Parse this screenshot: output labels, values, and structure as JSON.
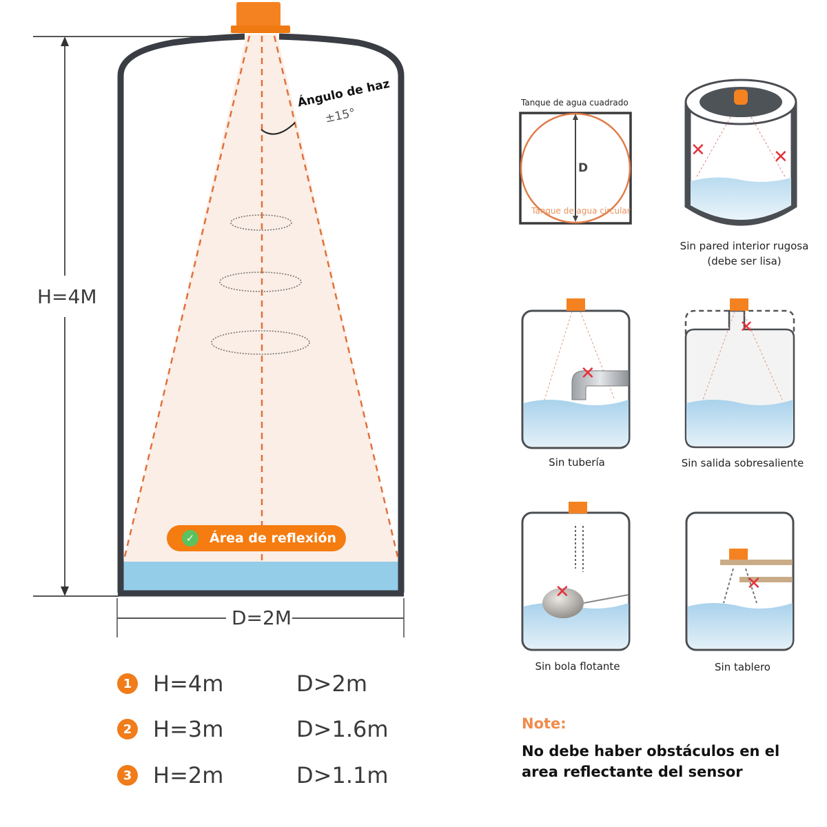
{
  "main_diagram": {
    "beam_angle_label": "Ángulo de haz",
    "beam_angle_value": "±15°",
    "height_label": "H=4M",
    "diameter_label": "D=2M",
    "reflection_badge": "Área de reflexión",
    "colors": {
      "sensor": "#f57c11",
      "tank_wall": "#3a3d44",
      "beam_fill": "#fbeee6",
      "beam_lines": "#e0713b",
      "water": "#93cde8",
      "badge": "#f57c11",
      "check": "#5bc25e"
    }
  },
  "specs": [
    {
      "index": "1",
      "height": "H=4m",
      "diameter": "D>2m"
    },
    {
      "index": "2",
      "height": "H=3m",
      "diameter": "D>1.6m"
    },
    {
      "index": "3",
      "height": "H=2m",
      "diameter": "D>1.1m"
    }
  ],
  "tank_shapes": {
    "square_label": "Tanque de agua cuadrado",
    "circle_label": "Tanque de agua circular",
    "diameter_symbol": "D"
  },
  "conditions": [
    {
      "caption": "Sin pared interior rugosa\n(debe ser lisa)",
      "line1": "Sin pared interior rugosa",
      "line2": "(debe ser lisa)"
    },
    {
      "caption": "Sin tubería"
    },
    {
      "caption": "Sin salida sobresaliente"
    },
    {
      "caption": "Sin bola flotante"
    },
    {
      "caption": "Sin tablero"
    }
  ],
  "note": {
    "title": "Note:",
    "body": "No debe haber obstáculos en el area reflectante del sensor"
  }
}
